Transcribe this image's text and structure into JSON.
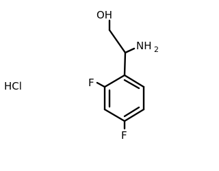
{
  "molecule": {
    "labels": {
      "hydroxyl": "OH",
      "amine_element": "NH",
      "amine_subscript": "2",
      "fluorine_ortho": "F",
      "fluorine_para": "F",
      "salt": "HCl"
    },
    "colors": {
      "bond": "#000000",
      "text": "#000000",
      "background": "#ffffff"
    }
  }
}
